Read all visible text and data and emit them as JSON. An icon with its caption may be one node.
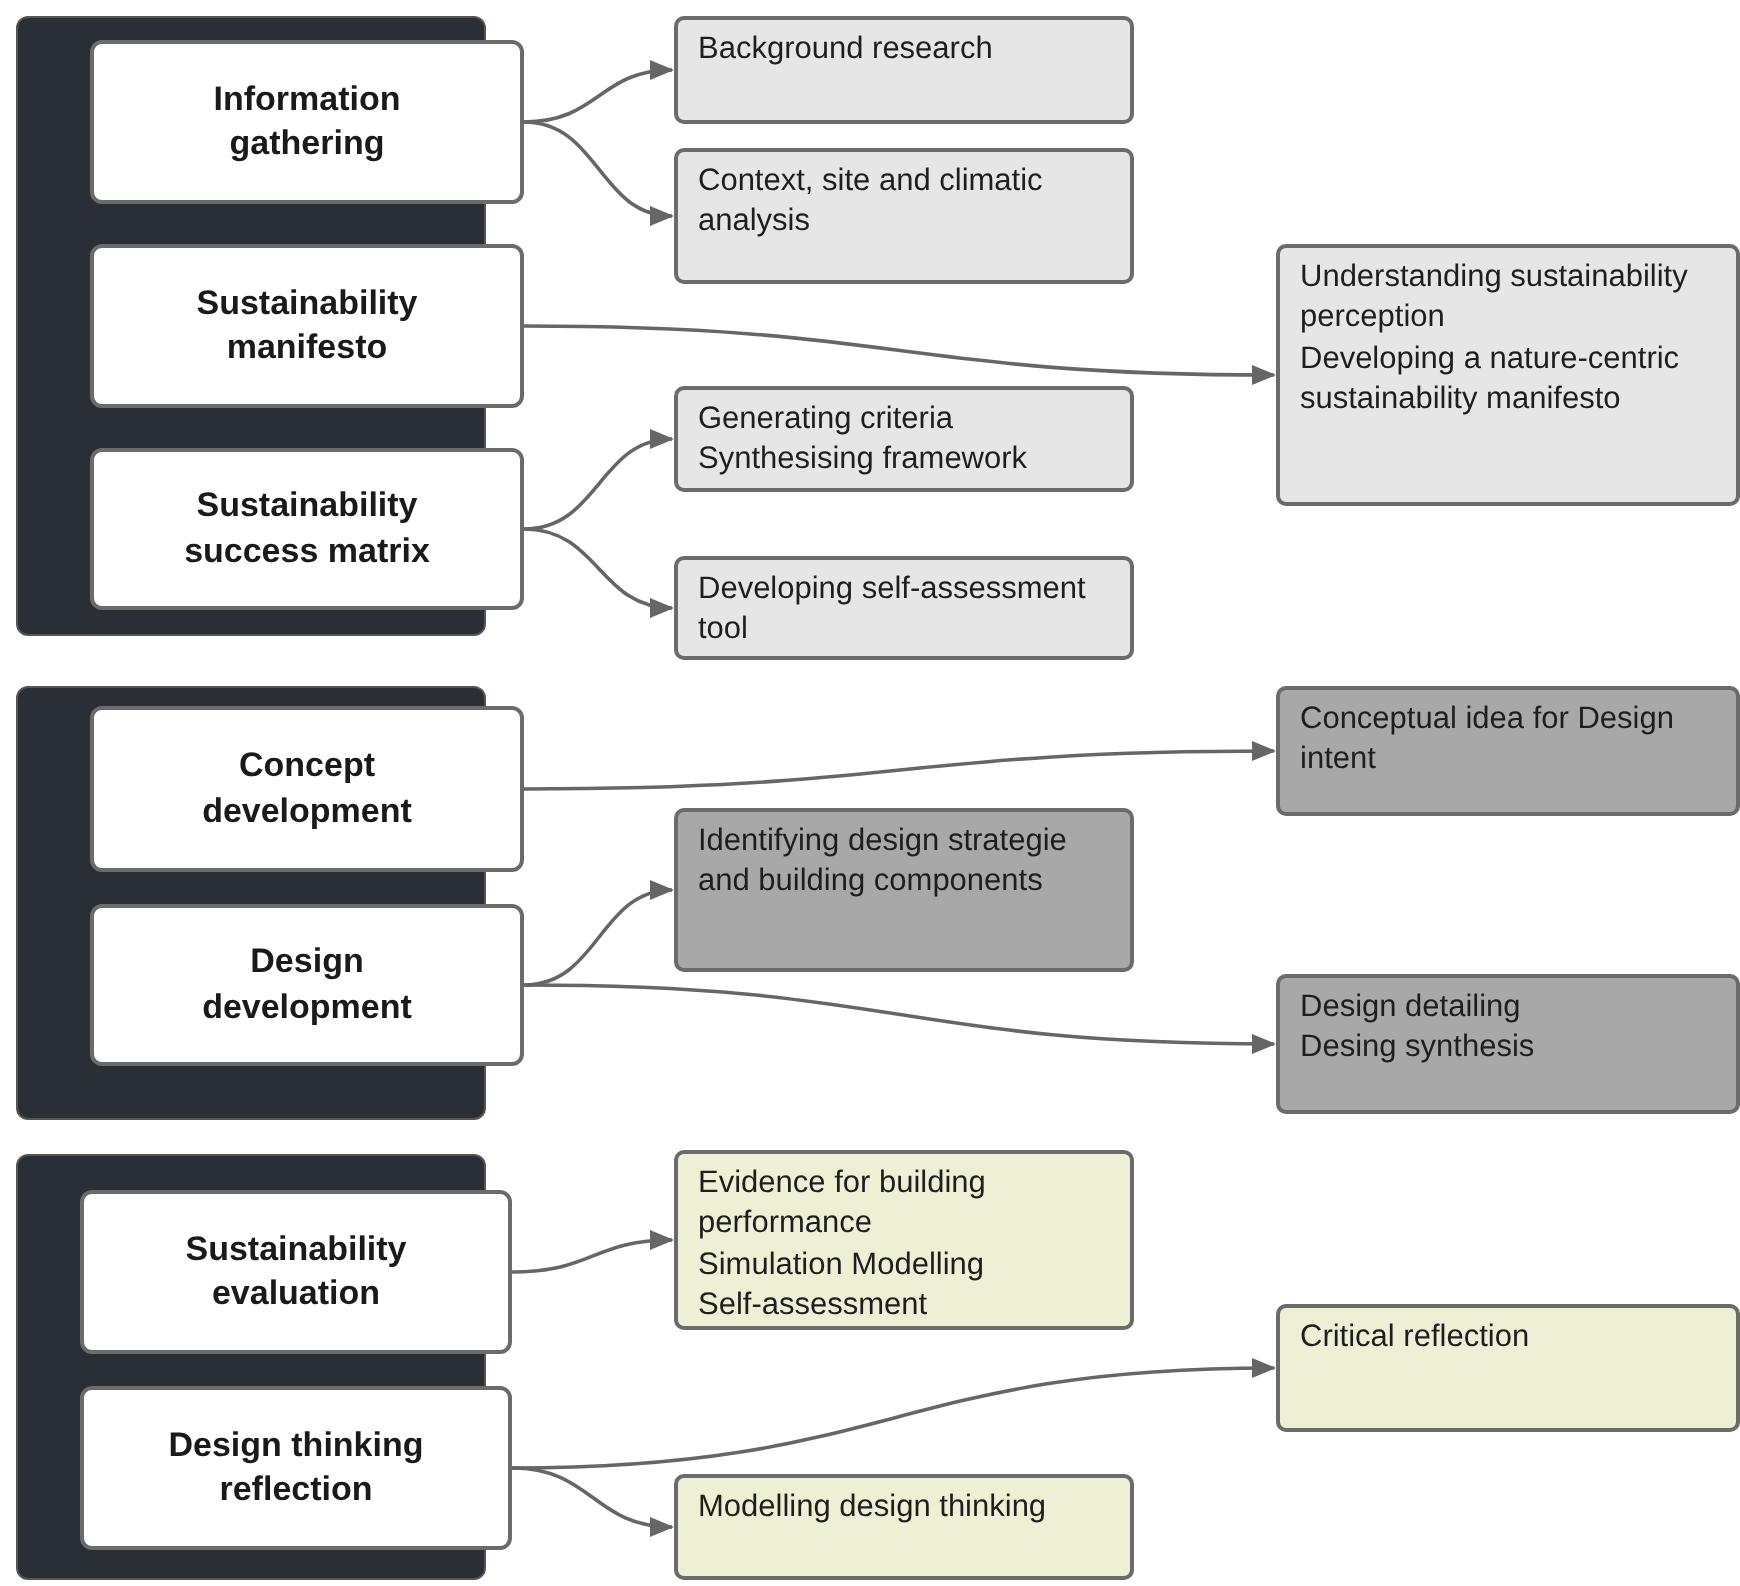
{
  "diagram": {
    "nodes": [
      {
        "text": [],
        "shape": "box"
      },
      {
        "text": [
          "Information gathering"
        ]
      },
      {
        "text": [
          "Sustainability manifesto"
        ]
      },
      {
        "text": [
          "Sustainability success matrix"
        ]
      },
      {
        "text": [],
        "shape": "box"
      },
      {
        "text": [
          "Concept development"
        ]
      },
      {
        "text": [
          "Design development"
        ]
      },
      {
        "text": [],
        "shape": "box"
      },
      {
        "text": [
          "Sustainability evaluation"
        ]
      },
      {
        "text": [
          "Design thinking reflection"
        ]
      },
      {
        "text": [
          "Background research"
        ]
      },
      {
        "text": [
          "Context, site and climatic analysis"
        ]
      },
      {
        "text": [
          "Understanding sustainability perception",
          "Developing a nature-centric sustainability manifesto"
        ]
      },
      {
        "text": [
          "Generating criteria",
          "Synthesising framework"
        ]
      },
      {
        "text": [
          "Developing self-assessment tool"
        ]
      },
      {
        "text": [
          "Conceptual idea for Design intent"
        ]
      },
      {
        "text": [
          "Identifying design strategie and building components"
        ]
      },
      {
        "text": [
          "Design detailing",
          "Desing synthesis"
        ]
      },
      {
        "text": [
          "Evidence for building performance",
          "Simulation Modelling",
          "Self-assessment"
        ]
      },
      {
        "text": [
          "Critical reflection"
        ]
      },
      {
        "text": [
          "Modelling design thinking"
        ]
      }
    ],
    "edges": [
      {
        "from": 1,
        "to": 10,
        "arrow": "to"
      },
      {
        "from": 1,
        "to": 11,
        "arrow": "to"
      },
      {
        "from": 2,
        "to": 12,
        "arrow": "to"
      },
      {
        "from": 3,
        "to": 13,
        "arrow": "to"
      },
      {
        "from": 3,
        "to": 14,
        "arrow": "to"
      },
      {
        "from": 5,
        "to": 15,
        "arrow": "to"
      },
      {
        "from": 6,
        "to": 16,
        "arrow": "to"
      },
      {
        "from": 6,
        "to": 17,
        "arrow": "to"
      },
      {
        "from": 8,
        "to": 18,
        "arrow": "to"
      },
      {
        "from": 9,
        "to": 19,
        "arrow": "to"
      },
      {
        "from": 9,
        "to": 20,
        "arrow": "to"
      }
    ]
  }
}
